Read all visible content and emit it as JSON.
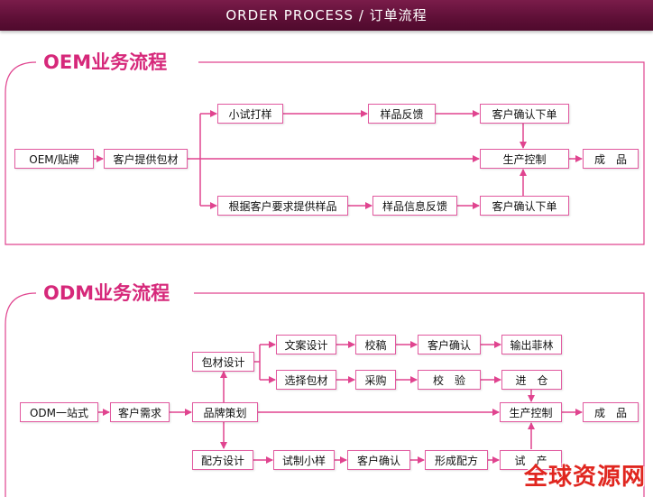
{
  "header": {
    "title": "ORDER PROCESS / 订单流程"
  },
  "oem": {
    "title": "OEM业务流程",
    "nodes": {
      "oem_label": "OEM/贴牌",
      "customer_materials": "客户提供包材",
      "small_trial": "小试打样",
      "sample_feedback": "样品反馈",
      "customer_confirm_order_1": "客户确认下单",
      "production_control": "生产控制",
      "finished": "成　品",
      "sample_by_requirement": "根据客户要求提供样品",
      "sample_info_feedback": "样品信息反馈",
      "customer_confirm_order_2": "客户确认下单"
    }
  },
  "odm": {
    "title": "ODM业务流程",
    "nodes": {
      "odm_label": "ODM一站式",
      "customer_needs": "客户需求",
      "brand_planning": "品牌策划",
      "packaging_design": "包材设计",
      "copy_design": "文案设计",
      "proofread": "校稿",
      "customer_confirm_1": "客户确认",
      "film_output": "输出菲林",
      "choose_packaging": "选择包材",
      "purchase": "采购",
      "inspection": "校　验",
      "warehousing": "进　仓",
      "production_control": "生产控制",
      "finished": "成　品",
      "formula_design": "配方设计",
      "trial_sample": "试制小样",
      "customer_confirm_2": "客户确认",
      "form_formula": "形成配方",
      "trial_production": "试　产"
    }
  },
  "watermark": "全球资源网",
  "colors": {
    "accent": "#d6287a",
    "line": "#e0448f",
    "header": "#5e0f36"
  }
}
